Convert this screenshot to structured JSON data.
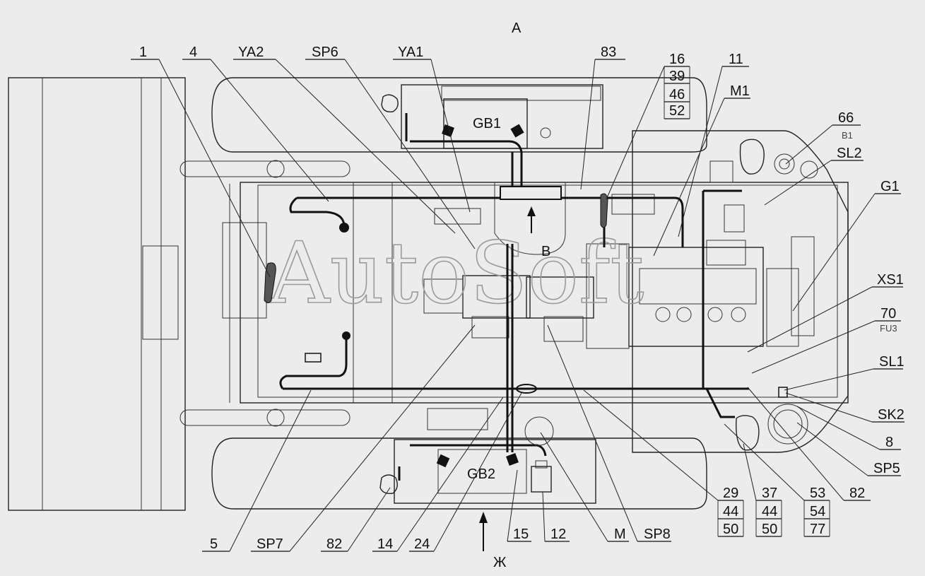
{
  "view_labels": {
    "a": "A",
    "b": "B",
    "zh": "Ж"
  },
  "components": {
    "gb1": "GB1",
    "gb2": "GB2"
  },
  "watermark": "AutoSoft",
  "top_labels": [
    "1",
    "4",
    "YA2",
    "SP6",
    "YA1",
    "83"
  ],
  "stack_16_39_46_52": [
    "16",
    "39",
    "46",
    "52"
  ],
  "right_labels": {
    "l11": "11",
    "m1": "M1",
    "l66": "66",
    "b1": "B1",
    "sl2": "SL2",
    "g1": "G1",
    "xs1": "XS1",
    "l70": "70",
    "fu3": "FU3",
    "sl1": "SL1",
    "sk2": "SK2",
    "l8": "8",
    "sp5": "SP5",
    "l82r": "82"
  },
  "bottom_labels": [
    "5",
    "SP7",
    "82",
    "14",
    "24",
    "15",
    "12",
    "M",
    "SP8"
  ],
  "stack_29_44_50": [
    "29",
    "44",
    "50"
  ],
  "stack_37_44_50": [
    "37",
    "44",
    "50"
  ],
  "stack_53_54_77": [
    "53",
    "54",
    "77"
  ]
}
